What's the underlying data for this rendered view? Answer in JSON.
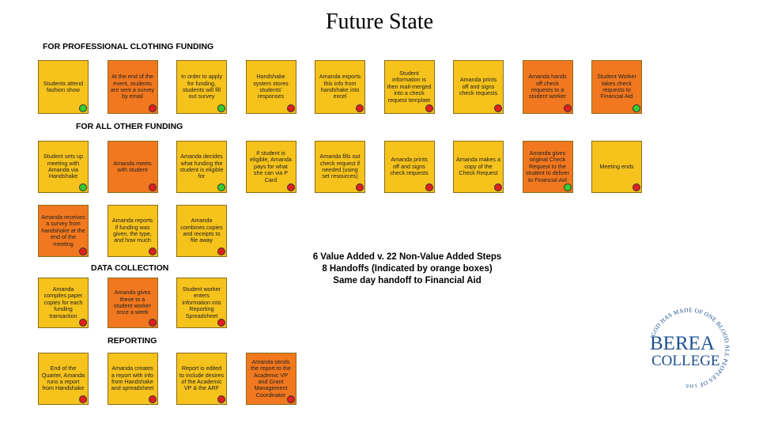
{
  "title": "Future State",
  "sections": {
    "professional": "FOR PROFESSIONAL CLOTHING FUNDING",
    "other": "FOR ALL OTHER FUNDING",
    "data_collection": "DATA COLLECTION",
    "reporting": "REPORTING"
  },
  "colors": {
    "value_added": "#f6c21c",
    "handoff": "#f1781f",
    "dot_red": "#e41e1e",
    "dot_green": "#33cc33"
  },
  "rows": {
    "professional": [
      {
        "text": "Students attend fashion show",
        "color": "yellow",
        "dot": "green"
      },
      {
        "text": "At the end of the event, students are sent a survey by email",
        "color": "orange",
        "dot": "red"
      },
      {
        "text": "In order to apply for funding, students will fill out survey",
        "color": "yellow",
        "dot": "green"
      },
      {
        "text": "Handshake system stores students' responses",
        "color": "yellow",
        "dot": "red"
      },
      {
        "text": "Amanda exports this info from handshake into excel",
        "color": "yellow",
        "dot": "red"
      },
      {
        "text": "Student information is then mail-merged into a check request template",
        "color": "yellow",
        "dot": "red"
      },
      {
        "text": "Amanda prints off and signs check requests",
        "color": "yellow",
        "dot": "red"
      },
      {
        "text": "Amanda hands off check requests to a student worker",
        "color": "orange",
        "dot": "red"
      },
      {
        "text": "Student Worker takes check requests to Financial Aid",
        "color": "orange",
        "dot": "green"
      }
    ],
    "other": [
      {
        "text": "Student sets up meeting with Amanda via Handshake",
        "color": "yellow",
        "dot": "green"
      },
      {
        "text": "Amanda meets with student",
        "color": "orange",
        "dot": "red"
      },
      {
        "text": "Amanda decides what funding the student is eligible for",
        "color": "yellow",
        "dot": "green"
      },
      {
        "text": "If student is eligible, Amanda pays for what she can via P Card",
        "color": "yellow",
        "dot": "red"
      },
      {
        "text": "Amanda fills out check request if needed (using set resources)",
        "color": "yellow",
        "dot": "red"
      },
      {
        "text": "Amanda prints off and signs check requests",
        "color": "yellow",
        "dot": "red"
      },
      {
        "text": "Amanda makes a copy of the Check Request",
        "color": "yellow",
        "dot": "red"
      },
      {
        "text": "Amanda gives original Check Request to the student to deliver to Financial Aid",
        "color": "orange",
        "dot": "green"
      },
      {
        "text": "Meeting ends",
        "color": "yellow",
        "dot": "red"
      }
    ],
    "other_followup": [
      {
        "text": "Amanda receives a survey from handshake at the end of the meeting",
        "color": "orange",
        "dot": "red"
      },
      {
        "text": "Amanda reports if funding was given, the type, and how much",
        "color": "yellow",
        "dot": "red"
      },
      {
        "text": "Amanda combines copies and receipts to file away",
        "color": "yellow",
        "dot": "red"
      }
    ],
    "data_collection": [
      {
        "text": "Amanda compiles paper copies for each funding transaction",
        "color": "yellow",
        "dot": "red"
      },
      {
        "text": "Amanda gives these to a student worker once a week",
        "color": "orange",
        "dot": "red"
      },
      {
        "text": "Student worker enters information into Reporting Spreadsheet",
        "color": "yellow",
        "dot": "red"
      }
    ],
    "reporting": [
      {
        "text": "End of the Quarter, Amanda runs a report from Handshake",
        "color": "yellow",
        "dot": "red"
      },
      {
        "text": "Amanda creates a report with info from Handshake and spreadsheet",
        "color": "yellow",
        "dot": "red"
      },
      {
        "text": "Report is edited to include desires of the Academic VP & the ARF",
        "color": "yellow",
        "dot": "red"
      },
      {
        "text": "Amanda sends the report to the Academic VP and Grant Management Coordinator",
        "color": "orange",
        "dot": "red"
      }
    ]
  },
  "summary": {
    "line1": "6 Value Added v. 22 Non-Value Added Steps",
    "line2": "8 Handoffs (Indicated by orange boxes)",
    "line3": "Same day handoff to Financial Aid"
  },
  "logo": {
    "name_top": "BEREA",
    "name_bottom": "COLLEGE",
    "motto": "GOD HAS MADE OF ONE BLOOD ALL PEOPLES OF THE EARTH",
    "color": "#1c4f8f"
  }
}
